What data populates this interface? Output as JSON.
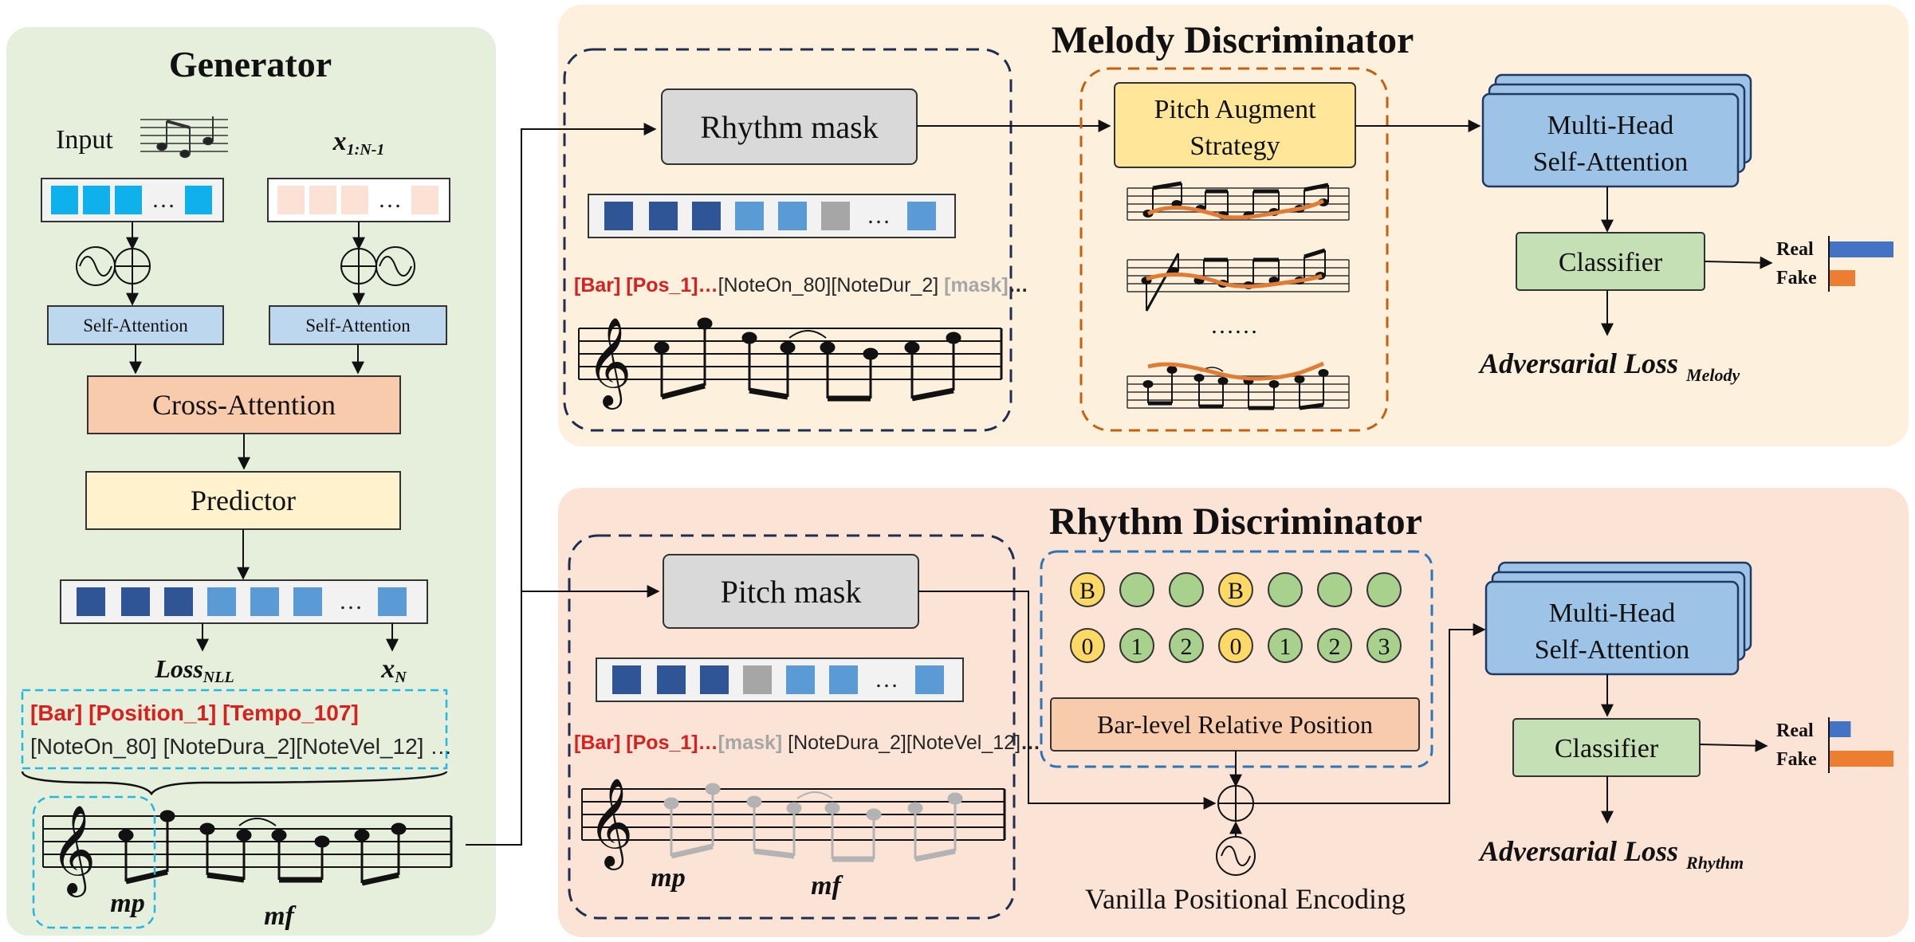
{
  "colors": {
    "generator_bg": "#e6efdb",
    "melody_bg": "#fdf1dd",
    "rhythm_bg": "#fbe4d6",
    "token_red": "#d8201f",
    "token_gray": "#a6a6a6",
    "token_dark": "#262626",
    "cyan": "#21b8e6",
    "navy": "#1f2d50",
    "orange_border": "#c5600f",
    "orange_curve": "#e07c35",
    "blue_bar": "#4472c4",
    "orange_bar": "#ed7d31"
  },
  "generator": {
    "title": "Generator",
    "input_label": "Input",
    "prev_label": "x",
    "prev_sub": "1:N-1",
    "self_attention_left": "Self-Attention",
    "self_attention_right": "Self-Attention",
    "cross_attention": "Cross-Attention",
    "predictor": "Predictor",
    "loss_label": "Loss",
    "loss_sub": "NLL",
    "xn_label": "x",
    "xn_sub": "N",
    "ellipsis": "…",
    "tokens": {
      "bar": "[Bar]",
      "position": "[Position_1]",
      "tempo": "[Tempo_107]",
      "note_on": "[NoteOn_80]",
      "note_dura": "[NoteDura_2]",
      "note_vel": "[NoteVel_12]",
      "more": "…"
    },
    "dynamics": {
      "mp": "mp",
      "mf": "mf"
    }
  },
  "melody": {
    "title": "Melody Discriminator",
    "rhythm_mask": "Rhythm mask",
    "pitch_augment_line1": "Pitch Augment",
    "pitch_augment_line2": "Strategy",
    "dots": "……",
    "ellipsis": "…",
    "mha_line1": "Multi-Head",
    "mha_line2": "Self-Attention",
    "classifier": "Classifier",
    "loss_label": "Adversarial Loss",
    "loss_sub": "Melody",
    "real_label": "Real",
    "fake_label": "Fake",
    "real_score": 1.0,
    "fake_score": 0.4,
    "tokens": {
      "bar": "[Bar]",
      "pos": "[Pos_1]",
      "pos_more": "…",
      "note_on": "[NoteOn_80]",
      "note_dur": "[NoteDur_2]",
      "mask": "[mask]",
      "more": "…"
    }
  },
  "rhythm": {
    "title": "Rhythm Discriminator",
    "pitch_mask": "Pitch mask",
    "ellipsis": "…",
    "bar_level": "Bar-level Relative Position",
    "vanilla": "Vanilla Positional Encoding",
    "mha_line1": "Multi-Head",
    "mha_line2": "Self-Attention",
    "classifier": "Classifier",
    "loss_label": "Adversarial Loss",
    "loss_sub": "Rhythm",
    "real_label": "Real",
    "fake_label": "Fake",
    "real_score": 0.33,
    "fake_score": 1.0,
    "bar_marker_row": [
      "B",
      "",
      "",
      "B",
      "",
      "",
      ""
    ],
    "position_row": [
      "0",
      "1",
      "2",
      "0",
      "1",
      "2",
      "3"
    ],
    "tokens": {
      "bar": "[Bar]",
      "pos": "[Pos_1]",
      "pos_more": "…",
      "mask": "[mask]",
      "note_dura": "[NoteDura_2]",
      "note_vel": "[NoteVel_12]",
      "more": "…"
    },
    "dynamics": {
      "mp": "mp",
      "mf": "mf"
    }
  }
}
